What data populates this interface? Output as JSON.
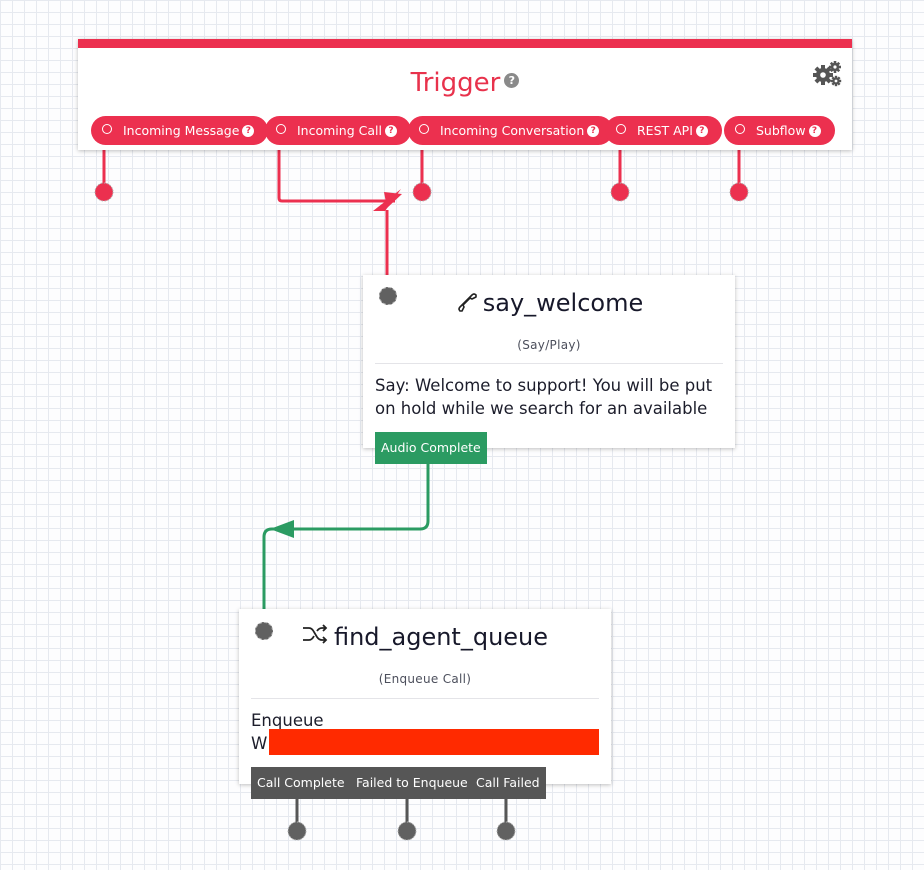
{
  "trigger": {
    "title": "Trigger",
    "help": "?",
    "settings_icon": "gears-icon",
    "accent": "#ec304f",
    "transitions": [
      {
        "label": "Incoming Message",
        "help": "?"
      },
      {
        "label": "Incoming Call",
        "help": "?"
      },
      {
        "label": "Incoming Conversation",
        "help": "?"
      },
      {
        "label": "REST API",
        "help": "?"
      },
      {
        "label": "Subflow",
        "help": "?"
      }
    ]
  },
  "say_welcome": {
    "name": "say_welcome",
    "type": "(Say/Play)",
    "icon": "phone-icon",
    "body_line1": "Say: Welcome to support! You will be put",
    "body_line2": "on hold while we search for an available",
    "transition": "Audio Complete",
    "transition_color": "#2b9b62"
  },
  "find_agent_queue": {
    "name": "find_agent_queue",
    "type": "(Enqueue Call)",
    "icon": "shuffle-icon",
    "body_line1": "Enqueue",
    "body_line2": "W",
    "transitions": [
      "Call Complete",
      "Failed to Enqueue",
      "Call Failed"
    ],
    "transition_color": "#565656",
    "redaction_color": "#ff2a00"
  }
}
